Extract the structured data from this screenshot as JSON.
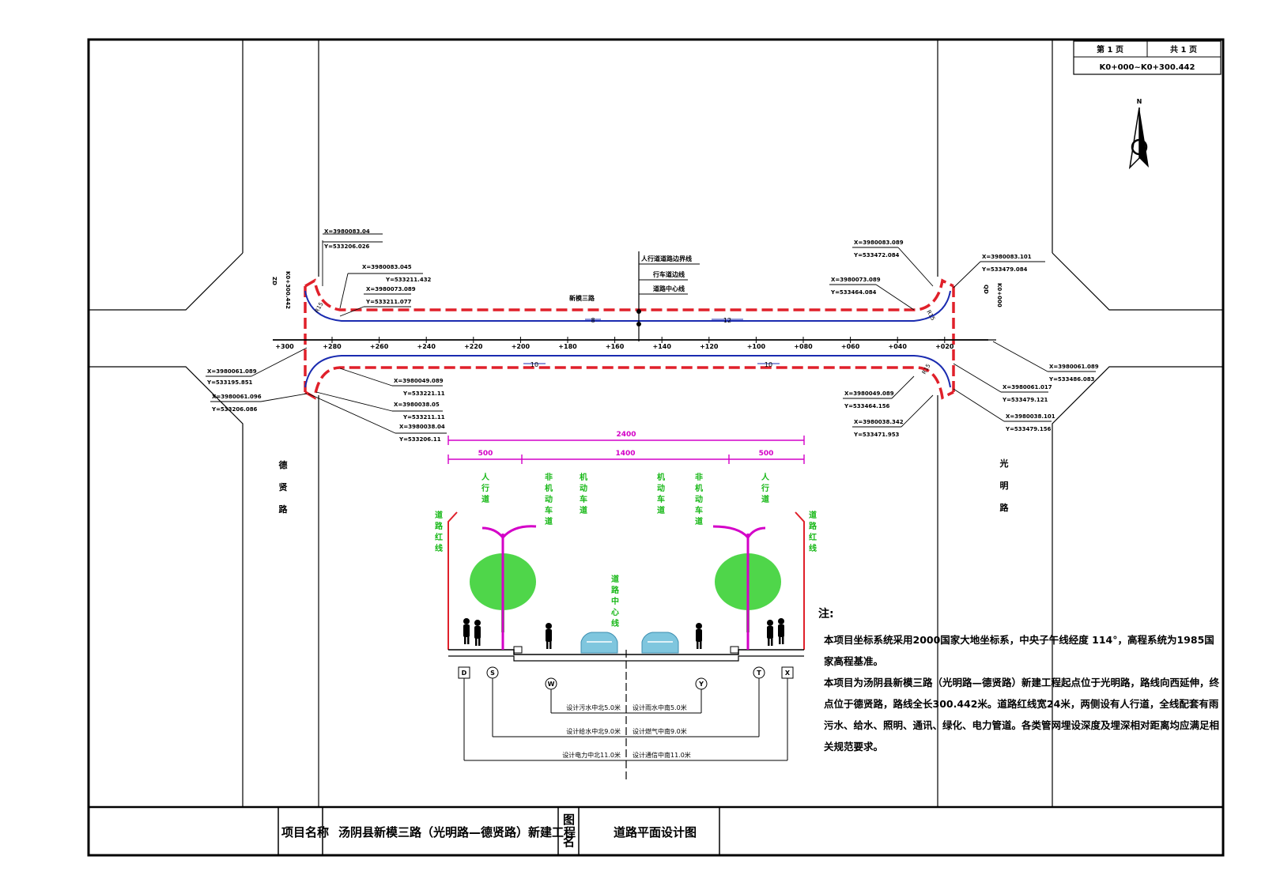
{
  "sheet": {
    "page_no": "第 1 页",
    "page_total": "共 1 页",
    "chainage_range": "K0+000~K0+300.442",
    "north": "N"
  },
  "roads": {
    "left_name": "德贤路",
    "right_name": "光明路",
    "center_name": "新模三路",
    "left_station": "K0+300.442",
    "right_station": "K0+000",
    "left_station_mark": "ZD",
    "right_station_mark": "QD"
  },
  "stations": [
    "+280",
    "+260",
    "+240",
    "+220",
    "+200",
    "+180",
    "+160",
    "+140",
    "+120",
    "+100",
    "+080",
    "+060",
    "+040",
    "+020"
  ],
  "stations_end": "+300",
  "lane_marks": [
    "8",
    "12",
    "10",
    "10"
  ],
  "radius_label": "R15",
  "centerline_callouts": [
    "人行道道路边界线",
    "行车道边线",
    "道路中心线"
  ],
  "coords": {
    "tl": [
      "X=3980083.04",
      "Y=533206.026"
    ],
    "tl2": [
      "X=3980083.045",
      "Y=533211.432"
    ],
    "tl3": [
      "X=3980073.089",
      "Y=533211.077"
    ],
    "tr1": [
      "X=3980083.089",
      "Y=533472.084"
    ],
    "tr2": [
      "X=3980073.089",
      "Y=533464.084"
    ],
    "tr3": [
      "X=3980083.101",
      "Y=533479.084"
    ],
    "bl1": [
      "X=3980061.089",
      "Y=533195.851"
    ],
    "bl2": [
      "X=3980061.096",
      "Y=533206.086"
    ],
    "bl3": [
      "X=3980049.089",
      "Y=533221.11"
    ],
    "bl4": [
      "X=3980038.05",
      "Y=533211.11"
    ],
    "bl5": [
      "X=3980038.04",
      "Y=533206.11"
    ],
    "br1": [
      "X=3980061.089",
      "Y=533486.083"
    ],
    "br2": [
      "X=3980061.017",
      "Y=533479.121"
    ],
    "br3": [
      "X=3980038.101",
      "Y=533479.156"
    ],
    "br4": [
      "X=3980049.089",
      "Y=533464.156"
    ],
    "br5": [
      "X=3980038.342",
      "Y=533471.953"
    ]
  },
  "section": {
    "total_width": "2400",
    "sidewalk": "500",
    "carriage": "1400",
    "labels": {
      "sidewalk_l": "人行道",
      "nonmotor_l": "非机动车道",
      "motor_l": "机动车道",
      "motor_r": "机动车道",
      "nonmotor_r": "非机动车道",
      "sidewalk_r": "人行道",
      "redline_l": "道路红线",
      "redline_r": "道路红线",
      "center": "道路中心线"
    },
    "pipes": [
      "D",
      "S",
      "W",
      "Y",
      "T",
      "X"
    ],
    "pipe_notes": [
      "设计污水中北5.0米",
      "设计雨水中南5.0米",
      "设计给水中北9.0米",
      "设计燃气中南9.0米",
      "设计电力中北11.0米",
      "设计通信中南11.0米"
    ]
  },
  "notes": {
    "label": "注:",
    "lines": [
      "本项目坐标系统采用2000国家大地坐标系，中央子午线经度 114°，高程系统为1985国家高程基准。",
      "本项目为汤阴县新模三路（光明路—德贤路）新建工程起点位于光明路，路线向西延伸，终点位于德贤路，路线全长300.442米。道路红线宽24米，两侧设有人行道，全线配套有雨污水、给水、照明、通讯、绿化、电力管道。各类管网埋设深度及埋深相对距离均应满足相关规范要求。"
    ]
  },
  "title_block": {
    "project_label": "项目名称",
    "project_name": "汤阴县新模三路（光明路—德贤路）新建工程",
    "drawing_label_1": "图",
    "drawing_label_2": "名",
    "drawing_name": "道路平面设计图"
  },
  "colors": {
    "redline": "#e0202a",
    "road": "#1a2bb0",
    "dim": "#d400c8",
    "label": "#18b818",
    "tree": "#4fd64a",
    "car": "#7fc6de"
  }
}
